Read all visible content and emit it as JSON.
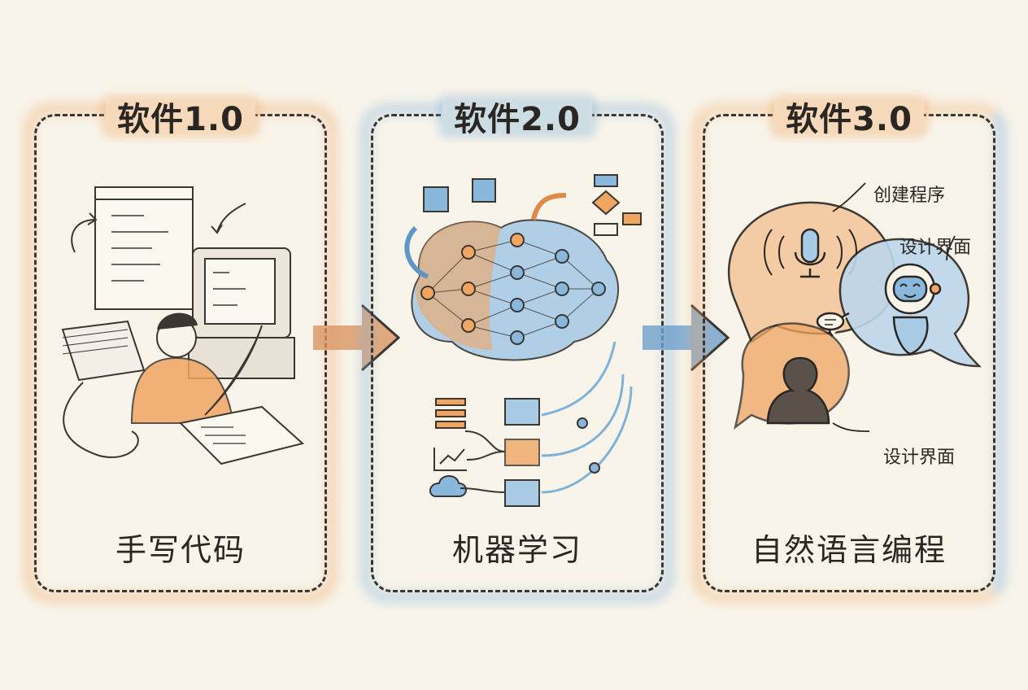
{
  "panels": [
    {
      "title": "软件1.0",
      "label": "手写代码",
      "accent": "#f0a561"
    },
    {
      "title": "软件2.0",
      "label": "机器学习",
      "accent": "#7fb2d9"
    },
    {
      "title": "软件3.0",
      "label": "自然语言编程",
      "accent": "#f0a561"
    }
  ],
  "bubbles": {
    "top": "创建程序",
    "middle": "设计界面",
    "bottom": "设计界面"
  },
  "colors": {
    "orange": "#f0a561",
    "blue": "#7fb2d9",
    "ink": "#2a2622",
    "paper": "#f8f4ea"
  }
}
